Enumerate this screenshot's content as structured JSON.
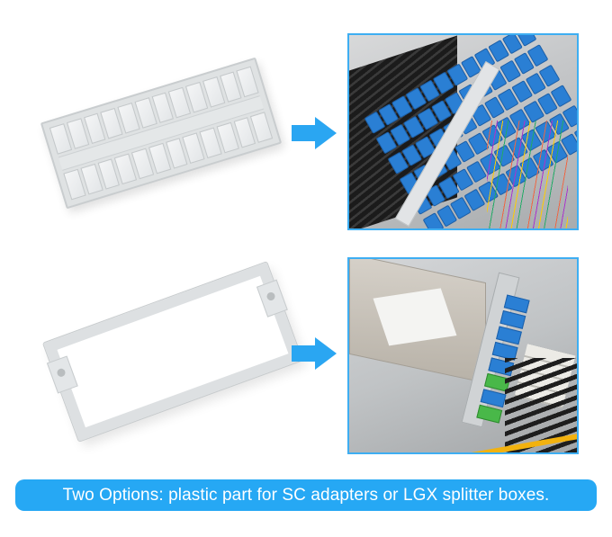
{
  "theme": {
    "accent": "#26a8f4",
    "arrow_color": "#2aa6f2",
    "frame_border": "#3eaef2",
    "banner_text_color": "#ffffff"
  },
  "rows": [
    {
      "part": {
        "name": "sc-adapter-plastic-plate",
        "icon": "plastic-plate",
        "slot_rows": 2,
        "slots_per_row": 12
      },
      "arrow": {
        "icon": "arrow-right-icon"
      },
      "photo": {
        "name": "sc-adapters-installed-photo",
        "description": "Plastic part fitted with blue SC adapters and colored fiber pigtails"
      }
    },
    {
      "part": {
        "name": "lgx-plastic-frame",
        "icon": "plastic-frame"
      },
      "arrow": {
        "icon": "arrow-right-icon"
      },
      "photo": {
        "name": "lgx-splitter-installed-photo",
        "description": "Plastic frame holding an LGX PLC splitter box with SC connectors"
      }
    }
  ],
  "banner": {
    "text": "Two Options: plastic part for SC adapters or LGX splitter boxes."
  }
}
